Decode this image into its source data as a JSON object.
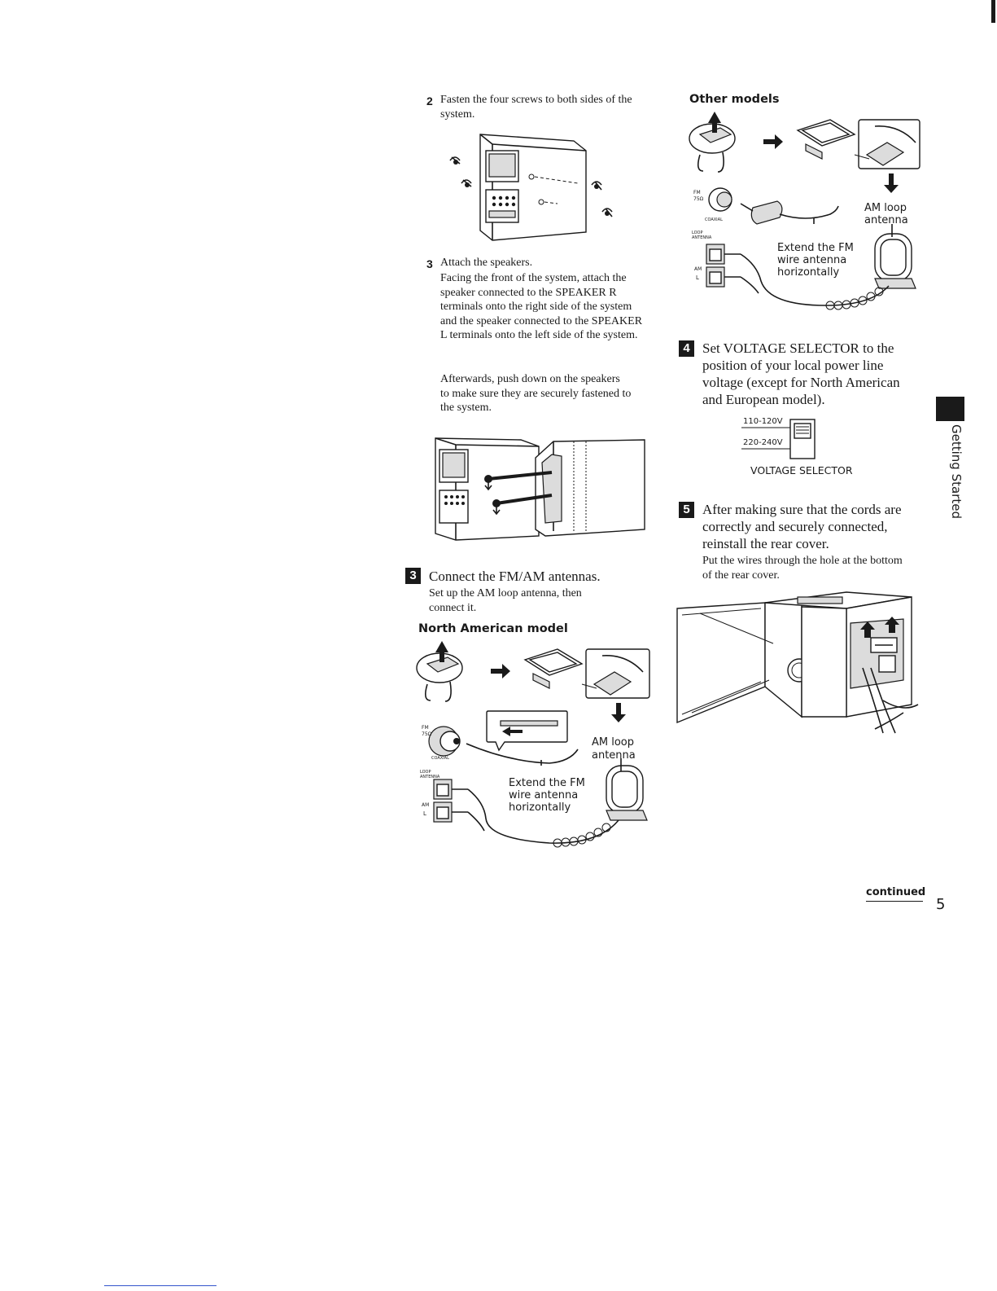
{
  "step2": {
    "number": "2",
    "text": "Fasten the four screws to both sides of the system."
  },
  "step3": {
    "number": "3",
    "title": "Attach the speakers.",
    "body1": "Facing the front of the system, attach the speaker connected to the SPEAKER R terminals onto the right side of the system and the speaker connected to the SPEAKER L terminals onto the left side of the system.",
    "body2": "Afterwards, push down on the speakers to make sure they are securely fastened to the system."
  },
  "section3": {
    "badge": "3",
    "title": "Connect the FM/AM antennas.",
    "sub": "Set up the AM loop antenna, then connect it.",
    "heading": "North American model"
  },
  "diagram_na": {
    "am_label_1": "AM loop",
    "am_label_2": "antenna",
    "fm_label_1": "Extend the FM",
    "fm_label_2": "wire antenna",
    "fm_label_3": "horizontally",
    "jack_fm": "FM",
    "jack_75": "75Ω",
    "jack_coaxial": "COAXIAL",
    "jack_loop": "LOOP",
    "jack_antenna": "ANTENNA",
    "jack_am": "AM",
    "jack_l": "L"
  },
  "other": {
    "heading": "Other models",
    "am_label_1": "AM loop",
    "am_label_2": "antenna",
    "fm_label_1": "Extend the FM",
    "fm_label_2": "wire antenna",
    "fm_label_3": "horizontally",
    "jack_fm": "FM",
    "jack_75": "75Ω",
    "jack_coaxial": "COAXIAL",
    "jack_loop": "LOOP",
    "jack_antenna": "ANTENNA",
    "jack_am": "AM",
    "jack_l": "L"
  },
  "section4": {
    "badge": "4",
    "text": "Set VOLTAGE SELECTOR to the position of your local power line voltage (except for North American and European model).",
    "v1": "110-120V",
    "v2": "220-240V",
    "caption": "VOLTAGE SELECTOR"
  },
  "section5": {
    "badge": "5",
    "text": "After making sure that the cords are correctly and securely connected, reinstall the rear cover.",
    "sub": "Put the wires through the hole at the bottom of the rear cover."
  },
  "side_tab": "Getting Started",
  "footer": {
    "continued": "continued",
    "page": "5"
  }
}
